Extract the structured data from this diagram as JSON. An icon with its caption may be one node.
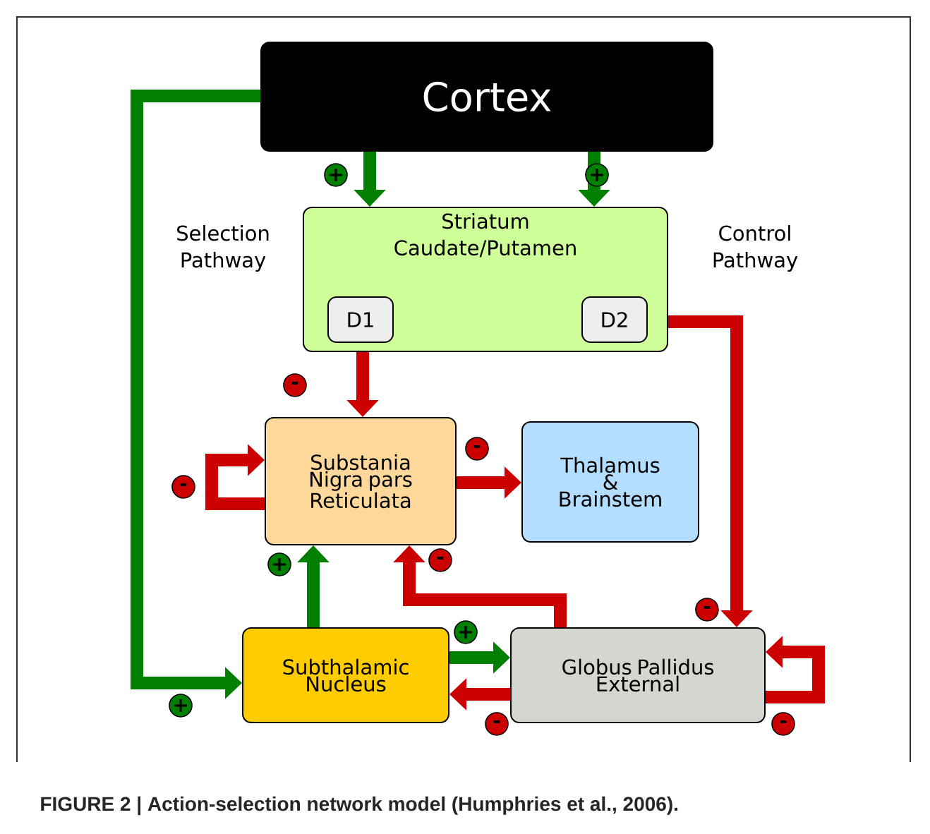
{
  "diagram": {
    "caption": "FIGURE 2 | Action-selection network model (Humphries et al., 2006).",
    "nodes": [
      {
        "text": [
          "Cortex"
        ]
      },
      {
        "text": [
          "Striatum Caudate/Putamen"
        ]
      },
      {
        "text": [
          "D1"
        ],
        "in": 1
      },
      {
        "text": [
          "D2"
        ],
        "in": 1
      },
      {
        "text": [
          "Substania Nigra pars Reticulata"
        ]
      },
      {
        "text": [
          "Thalamus & Brainstem"
        ]
      },
      {
        "text": [
          "Subthalamic Nucleus"
        ]
      },
      {
        "text": [
          "Globus Pallidus External"
        ]
      }
    ],
    "edges": [
      {
        "from": 0,
        "to": 1,
        "arrow": "to",
        "label": "+",
        "color": "#007f00"
      },
      {
        "from": 0,
        "to": 1,
        "arrow": "to",
        "label": "+",
        "color": "#007f00"
      },
      {
        "from": 0,
        "to": 6,
        "arrow": "to",
        "label": "+",
        "color": "#007f00"
      },
      {
        "from": 1,
        "to": 4,
        "arrow": "to",
        "label": "-",
        "color": "#cc0000"
      },
      {
        "from": 1,
        "to": 7,
        "arrow": "to",
        "label": "-",
        "color": "#cc0000"
      },
      {
        "from": 4,
        "to": 4,
        "arrow": "to",
        "label": "-",
        "color": "#cc0000"
      },
      {
        "from": 4,
        "to": 5,
        "arrow": "to",
        "label": "-",
        "color": "#cc0000"
      },
      {
        "from": 6,
        "to": 4,
        "arrow": "to",
        "label": "+",
        "color": "#007f00"
      },
      {
        "from": 7,
        "to": 4,
        "arrow": "to",
        "label": "-",
        "color": "#cc0000"
      },
      {
        "from": 6,
        "to": 7,
        "arrow": "to",
        "label": "+",
        "color": "#007f00"
      },
      {
        "from": 7,
        "to": 6,
        "arrow": "to",
        "label": "-",
        "color": "#cc0000"
      },
      {
        "from": 7,
        "to": 7,
        "arrow": "to",
        "label": "-",
        "color": "#cc0000"
      }
    ],
    "labels": [
      "Selection Pathway",
      "Control Pathway"
    ]
  }
}
